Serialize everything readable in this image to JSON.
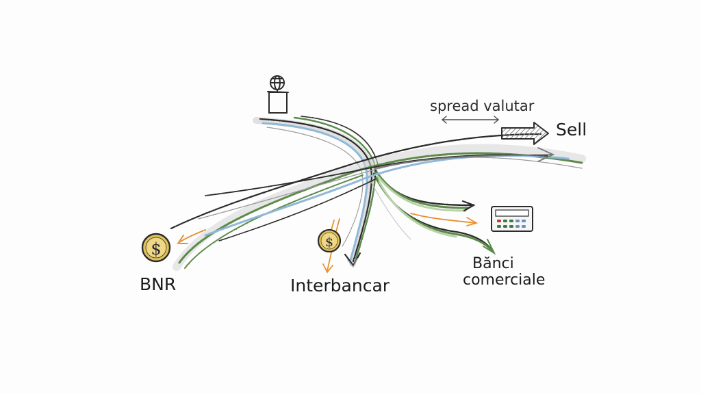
{
  "diagram": {
    "type": "hand-drawn flow sketch",
    "nodes": [
      {
        "id": "bnr",
        "label": "BNR",
        "icon": "dollar-coin-icon"
      },
      {
        "id": "interbancar",
        "label": "Interbancar",
        "icon": "dollar-coin-icon"
      },
      {
        "id": "banci",
        "label_line1": "Bănci",
        "label_line2": "comerciale",
        "icon": "calculator-icon"
      },
      {
        "id": "source",
        "icon": "globe-on-box-icon"
      }
    ],
    "annotations": {
      "spread": "spread valutar",
      "sell": "Sell"
    },
    "colors": {
      "pencil": "#2b2b2b",
      "green": "#5c8a4a",
      "blue": "#8fb8d8",
      "orange": "#e8902e",
      "coin_gold": "#e2c35a",
      "grey_arrow": "#9a9a9a"
    }
  }
}
